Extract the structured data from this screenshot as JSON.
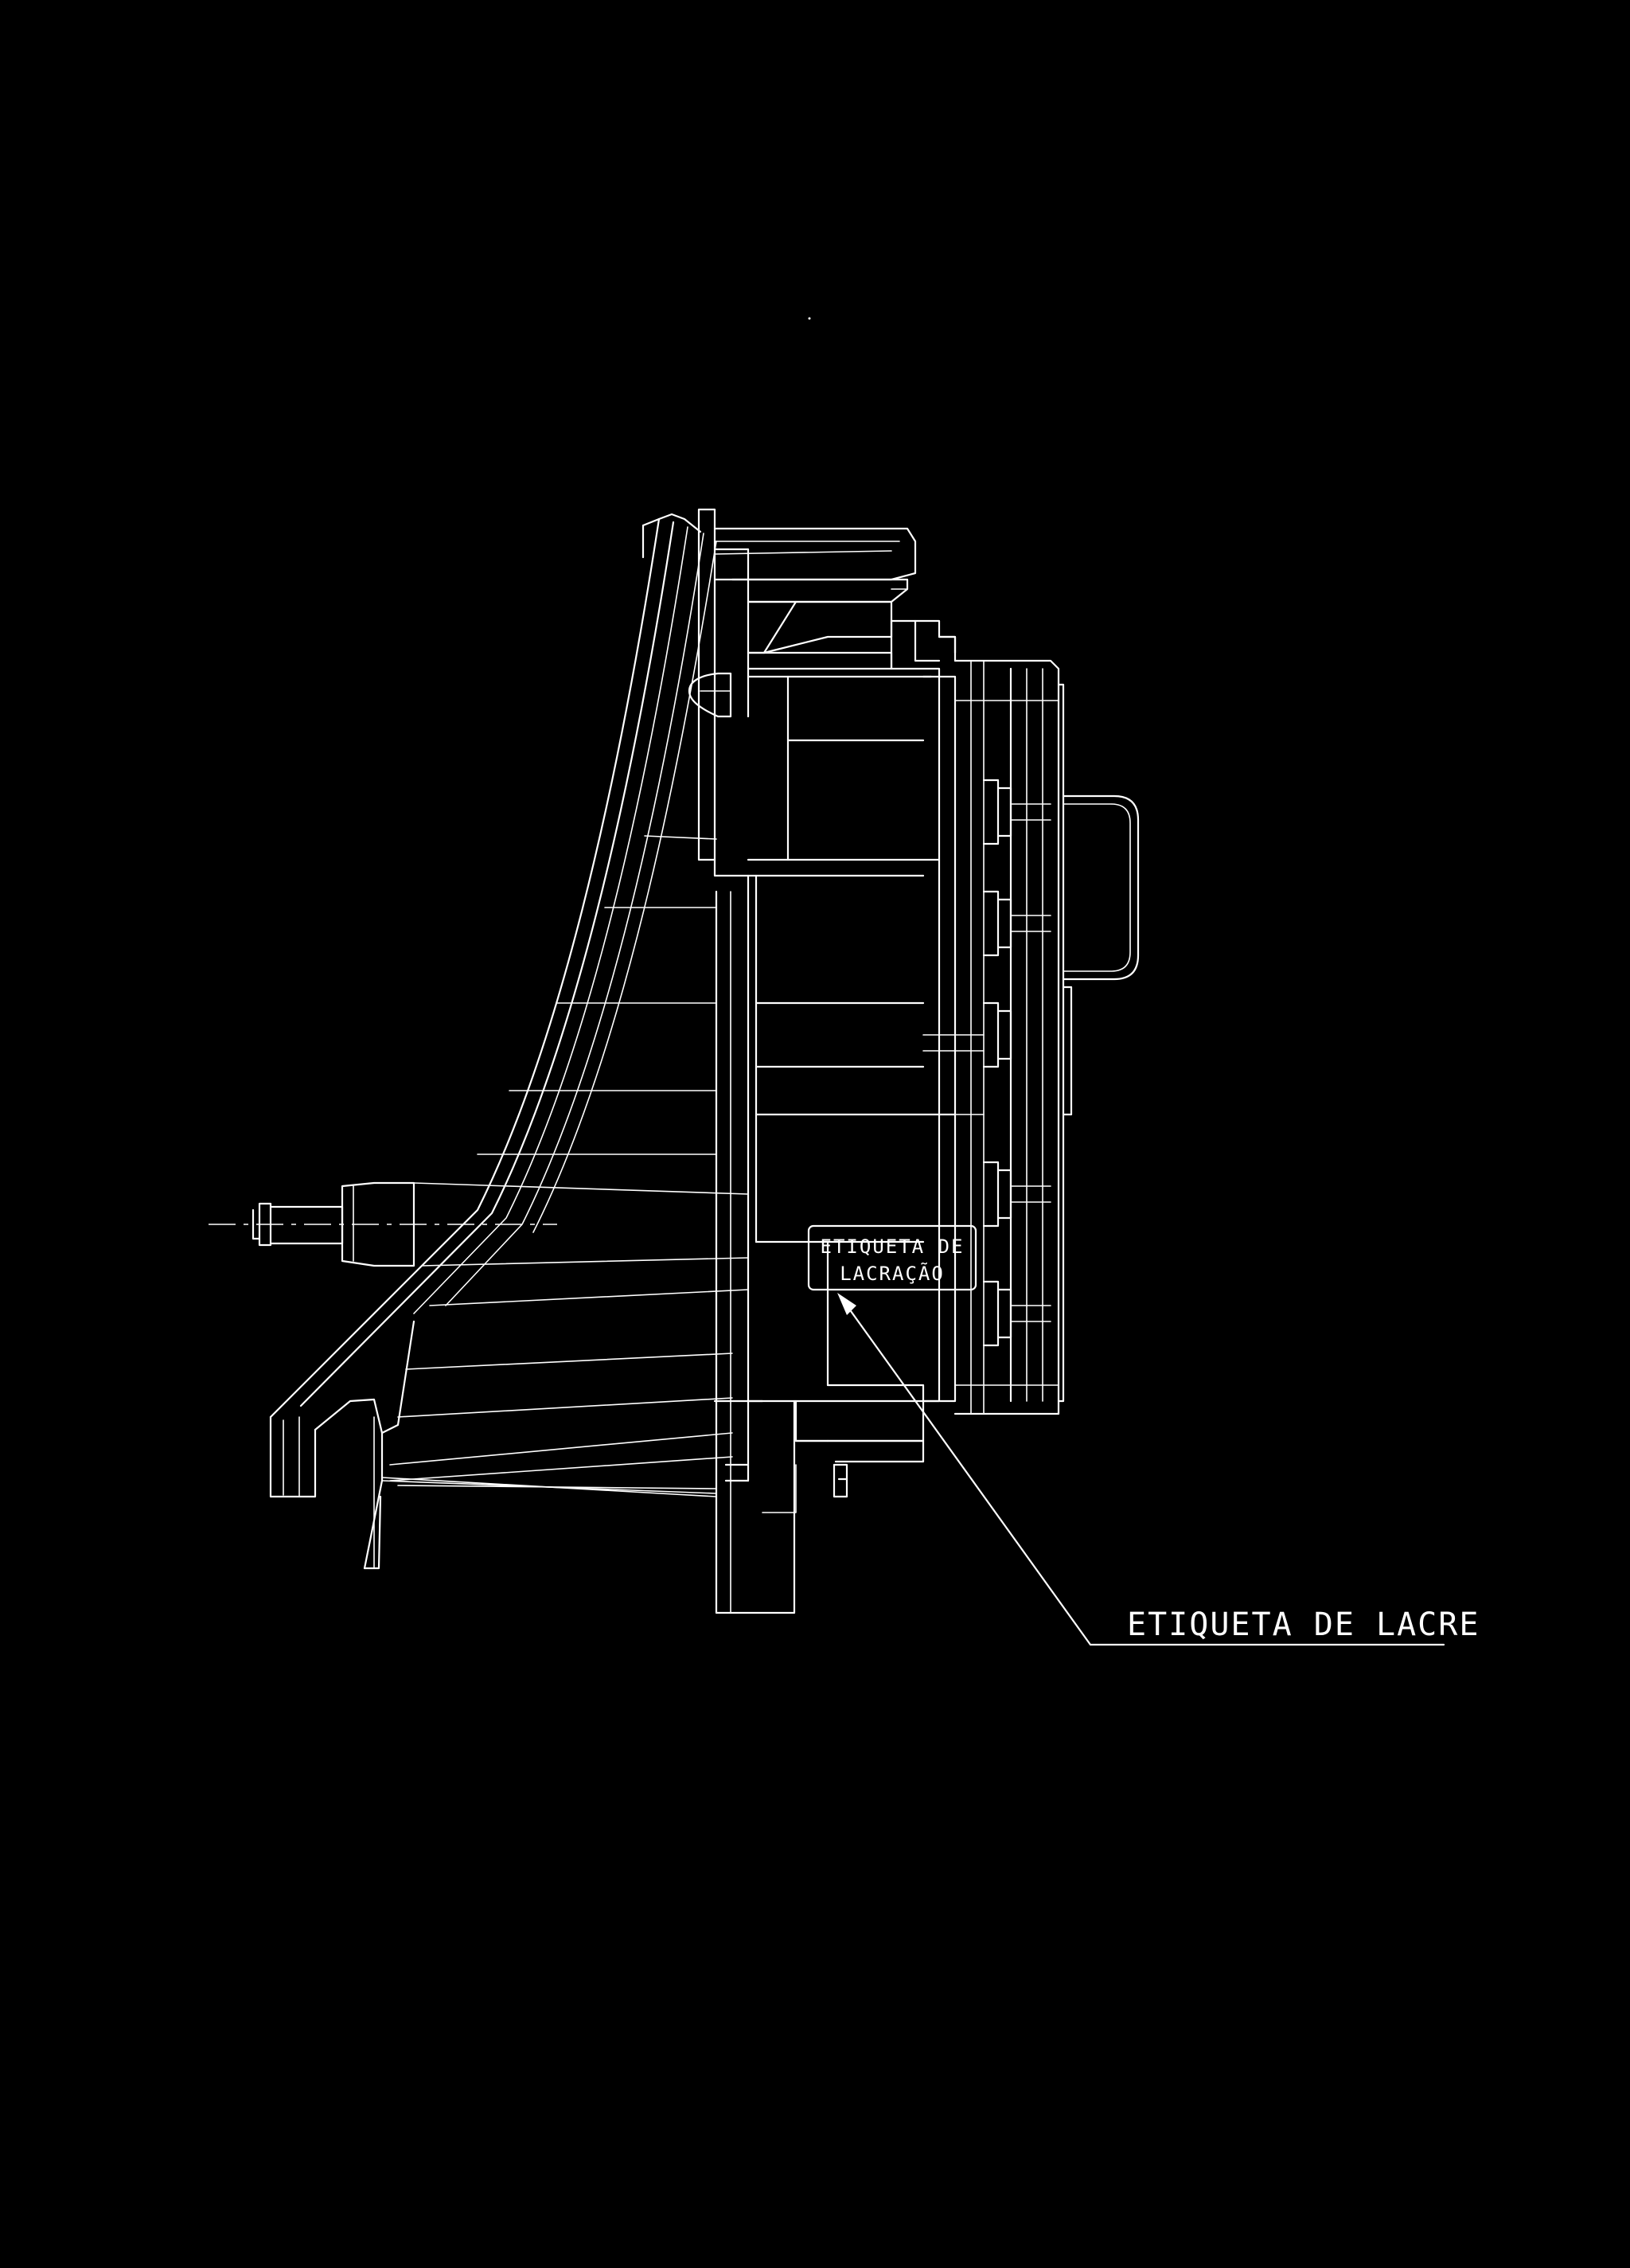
{
  "drawing": {
    "background_color": "#000000",
    "line_color": "#ffffff",
    "callout_label": "ETIQUETA DE LACRE",
    "inner_label_line1": "ETIQUETA DE",
    "inner_label_line2": "LACRAÇÃO"
  }
}
